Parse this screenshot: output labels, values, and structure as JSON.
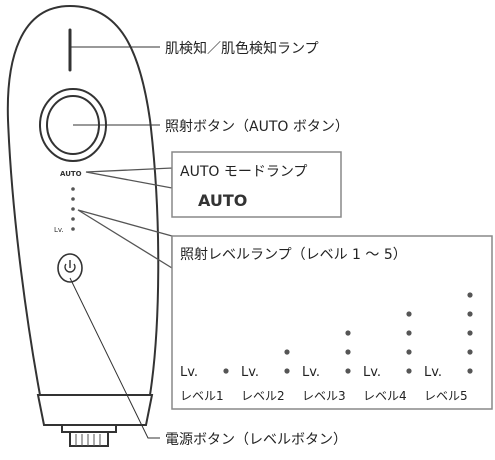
{
  "callouts": {
    "skin_lamp": "肌検知／肌色検知ランプ",
    "irradiation_button": "照射ボタン（AUTO ボタン）",
    "auto_mode_lamp": "AUTO モードランプ",
    "auto_mode_display": "AUTO",
    "level_lamp": "照射レベルランプ（レベル 1 ～ 5）",
    "power_button": "電源ボタン（レベルボタン）"
  },
  "device": {
    "auto_label": "AUTO",
    "lv_label": "Lv.",
    "power_symbol": "power-icon"
  },
  "levels": [
    {
      "prefix": "Lv.",
      "caption": "レベル1",
      "dots": 1
    },
    {
      "prefix": "Lv.",
      "caption": "レベル2",
      "dots": 2
    },
    {
      "prefix": "Lv.",
      "caption": "レベル3",
      "dots": 3
    },
    {
      "prefix": "Lv.",
      "caption": "レベル4",
      "dots": 4
    },
    {
      "prefix": "Lv.",
      "caption": "レベル5",
      "dots": 5
    }
  ],
  "colors": {
    "outline": "#333333",
    "dot": "#555555",
    "box": "#888888"
  }
}
